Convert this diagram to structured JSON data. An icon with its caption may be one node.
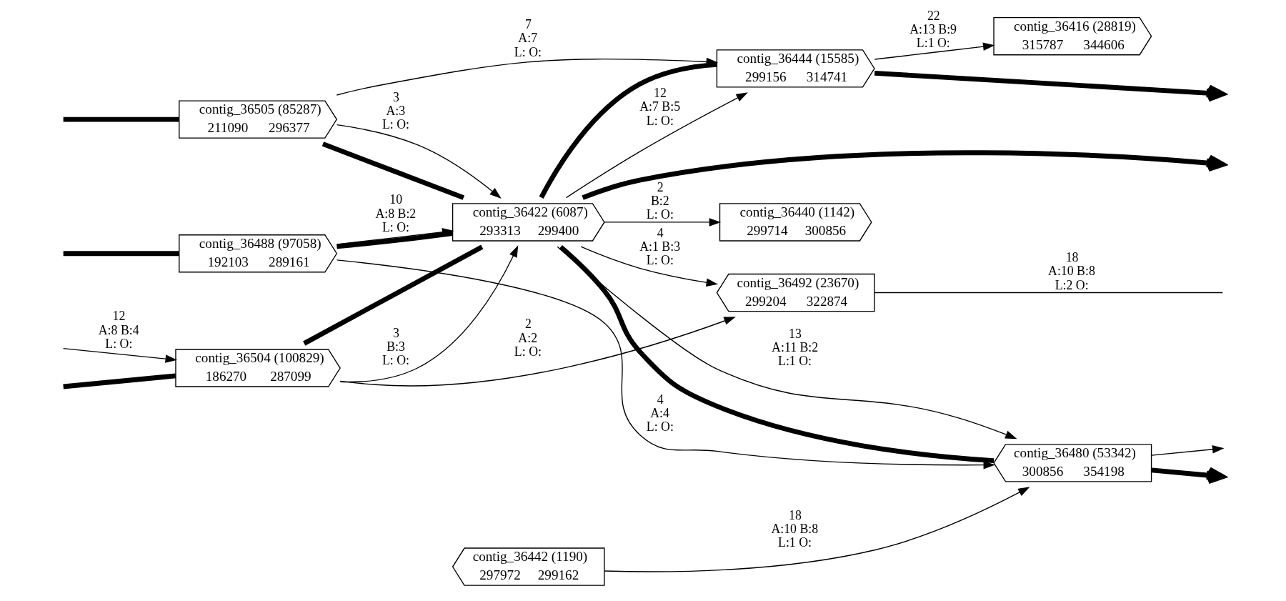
{
  "diagram": {
    "nodes": [
      {
        "text": [
          "contig_36444 (15585)",
          "299156",
          "314741"
        ]
      },
      {
        "text": [
          "contig_36416 (28819)",
          "315787",
          "344606"
        ]
      },
      {
        "text": [
          "contig_36505 (85287)",
          "211090",
          "296377"
        ]
      },
      {
        "text": [
          "contig_36442 (1190)",
          "297972",
          "299162"
        ]
      },
      {
        "text": [
          "contig_36492 (23670)",
          "299204",
          "322874"
        ]
      },
      {
        "text": [
          "contig_36504 (100829)",
          "186270",
          "287099"
        ]
      },
      {
        "text": [
          "contig_36422 (6087)",
          "293313",
          "299400"
        ]
      },
      {
        "text": [
          "contig_36480 (53342)",
          "300856",
          "354198"
        ]
      },
      {
        "text": [
          "contig_36488 (97058)",
          "192103",
          "289161"
        ]
      },
      {
        "text": [
          "contig_36440 (1142)",
          "299714",
          "300856"
        ]
      }
    ],
    "edges": [
      {
        "from": 2,
        "to": 0,
        "arrow": "to",
        "label": "7 A:7 L: O:"
      },
      {
        "from": 2,
        "to": 6,
        "arrow": "to",
        "label": "3 A:3 L: O:"
      },
      {
        "from": 5,
        "to": 4,
        "arrow": "to",
        "label": "2 A:2 L: O:"
      },
      {
        "from": 5,
        "to": 6,
        "arrow": "to",
        "label": "3 B:3 L: O:"
      },
      {
        "from": null,
        "to": 5,
        "arrow": "none",
        "style": "thick"
      },
      {
        "from": 8,
        "to": 6,
        "arrow": "to",
        "label": "10 A:8 B:2 L: O:"
      },
      {
        "from": 8,
        "to": 7,
        "arrow": "to",
        "label": "4 A:4 L: O:"
      },
      {
        "from": 6,
        "to": 0,
        "arrow": "to",
        "label": "12 A:7 B:5 L: O:"
      },
      {
        "from": 6,
        "to": 4,
        "arrow": "to",
        "label": "4 A:1 B:3 L: O:"
      },
      {
        "from": 3,
        "to": 7,
        "arrow": "to",
        "label": "18 A:10 B:8 L:1 O:"
      },
      {
        "from": 4,
        "to": null,
        "arrow": "none",
        "label": "18 A:10 B:8 L:2 O:"
      },
      {
        "from": 6,
        "to": 7,
        "arrow": "to",
        "label": "13 A:11 B:2 L:1 O:"
      },
      {
        "from": 6,
        "to": 9,
        "arrow": "to",
        "label": "2 B:2 L: O:"
      },
      {
        "from": 0,
        "to": 1,
        "arrow": "to",
        "label": "22 A:13 B:9 L:1 O:"
      },
      {
        "from": 7,
        "to": null,
        "arrow": "to"
      },
      {
        "from": null,
        "to": 2,
        "arrow": "none",
        "style": "thick"
      },
      {
        "from": 2,
        "to": 6,
        "arrow": "none",
        "style": "thick"
      },
      {
        "from": 6,
        "to": 0,
        "arrow": "none",
        "style": "thick"
      },
      {
        "from": 0,
        "to": null,
        "arrow": "to",
        "style": "thick"
      },
      {
        "from": null,
        "to": 5,
        "arrow": "to",
        "label": "12 A:8 B:4 L: O:"
      },
      {
        "from": 5,
        "to": 6,
        "arrow": "none",
        "style": "thick"
      },
      {
        "from": 6,
        "to": null,
        "arrow": "to",
        "style": "thick"
      },
      {
        "from": null,
        "to": 8,
        "arrow": "none",
        "style": "thick"
      },
      {
        "from": 8,
        "to": 6,
        "arrow": "none",
        "style": "thick"
      },
      {
        "from": 6,
        "to": 7,
        "arrow": "none",
        "style": "thick"
      },
      {
        "from": 7,
        "to": null,
        "arrow": "to",
        "style": "thick"
      }
    ]
  }
}
